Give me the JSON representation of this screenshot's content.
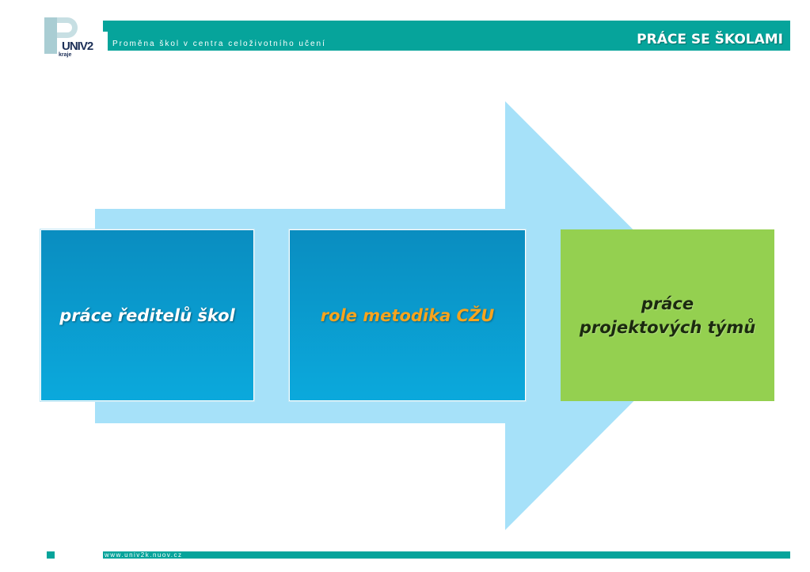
{
  "header": {
    "logo_text": "UNIV2",
    "logo_subtext": "kraje",
    "subtitle": "Proměna škol v centra celoživotního učení",
    "title": "PRÁCE SE ŠKOLAMI"
  },
  "diagram": {
    "boxes": [
      {
        "label": "práce ředitelů škol"
      },
      {
        "label": "role metodika CŽU"
      },
      {
        "label_line1": "práce",
        "label_line2": "projektových týmů"
      }
    ]
  },
  "footer": {
    "url": "www.univ2k.nuov.cz"
  },
  "colors": {
    "header_bar": "#06a49b",
    "arrow": "#a6e1f9",
    "box_blue": "#0ba9dc",
    "box_green": "#94d050",
    "box2_text": "#f7a41d"
  }
}
